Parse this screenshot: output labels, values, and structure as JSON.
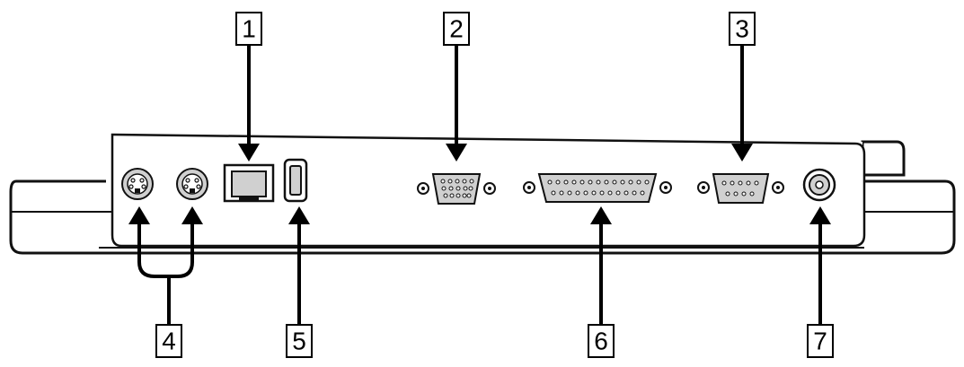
{
  "callouts": [
    {
      "id": "c1",
      "label": "1"
    },
    {
      "id": "c2",
      "label": "2"
    },
    {
      "id": "c3",
      "label": "3"
    },
    {
      "id": "c4",
      "label": "4"
    },
    {
      "id": "c5",
      "label": "5"
    },
    {
      "id": "c6",
      "label": "6"
    },
    {
      "id": "c7",
      "label": "7"
    }
  ],
  "colors": {
    "line": "#000000",
    "port": "#d0d0d0",
    "background": "#ffffff"
  }
}
